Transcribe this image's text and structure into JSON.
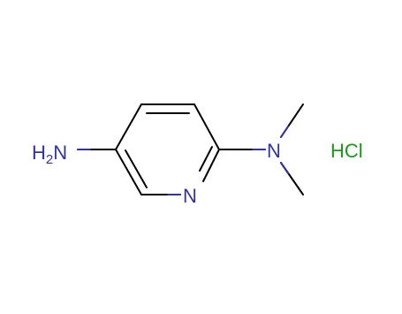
{
  "molecule": {
    "atoms": {
      "amine": {
        "symbol": "H",
        "subscript": "2",
        "rest": "N"
      },
      "ring_nitrogen": {
        "symbol": "N"
      },
      "dimethylamino_nitrogen": {
        "symbol": "N"
      }
    },
    "counterion": {
      "label": "HCl"
    }
  },
  "colors": {
    "bond": "#000000",
    "nitrogen": "#3333a0",
    "chlorine": "#1a9a1a",
    "background": "#ffffff"
  }
}
